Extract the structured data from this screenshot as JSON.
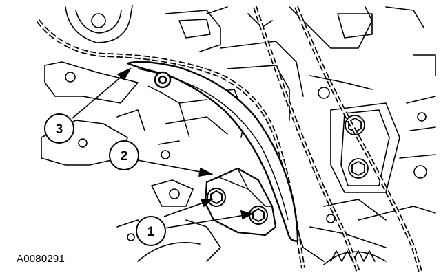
{
  "figure": {
    "id": "A0080291"
  },
  "callouts": [
    {
      "label": "3",
      "part": "timing-chain-tensioner-arm"
    },
    {
      "label": "2",
      "part": "timing-chain-tensioner"
    },
    {
      "label": "1",
      "part": "tensioner-bolts"
    }
  ],
  "colors": {
    "line": "#000000",
    "background": "#ffffff",
    "part_fill": "#ffffff"
  }
}
